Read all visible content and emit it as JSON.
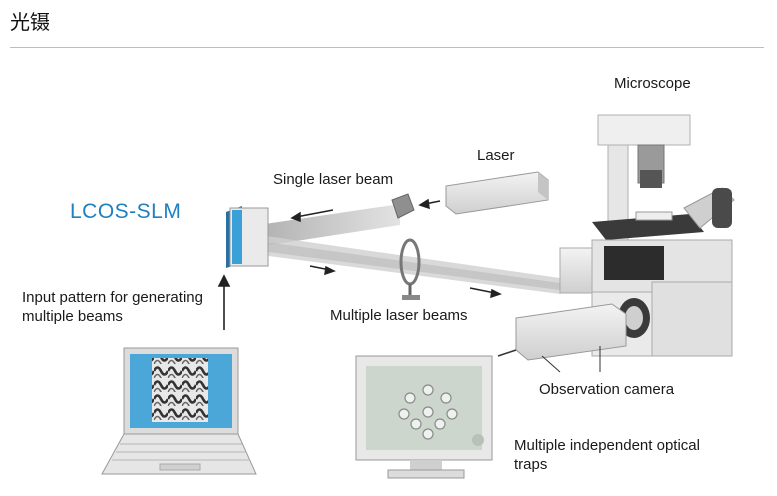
{
  "page": {
    "title": "光镊"
  },
  "diagram": {
    "labels": {
      "lcos_slm": "LCOS-SLM",
      "single_beam": "Single laser beam",
      "laser": "Laser",
      "microscope": "Microscope",
      "input_pattern": "Input pattern for generating multiple beams",
      "multiple_beams": "Multiple laser beams",
      "camera": "Observation camera",
      "traps": "Multiple independent optical traps"
    },
    "colors": {
      "slm_label": "#1f7fbf",
      "slm_panel": "#3aa0d8",
      "laptop_screen": "#4aa7d8",
      "beam": "#c8c8c8"
    }
  }
}
